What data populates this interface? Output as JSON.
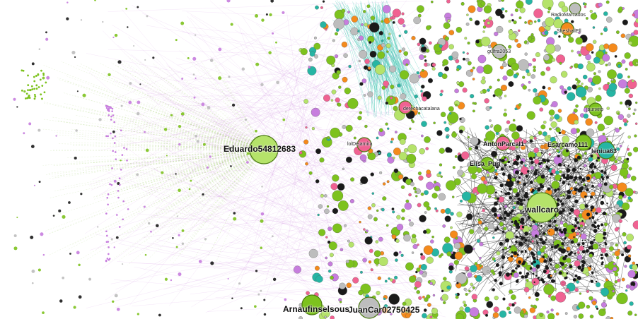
{
  "graph": {
    "colors": {
      "green": "#7dc21e",
      "light_green": "#b5e36a",
      "pink": "#f06292",
      "violet": "#c77dde",
      "teal": "#26b5a4",
      "gray": "#bdbdbd",
      "orange": "#f48a1c",
      "black": "#1a1a1a",
      "edge_teal": "#2bbfa8",
      "edge_green": "#9ccc65",
      "edge_violet": "#c77dde"
    },
    "hub_nodes": [
      {
        "label": "Eduardo54812683",
        "color": "light_green"
      },
      {
        "label": "wallcaro",
        "color": "light_green"
      },
      {
        "label": "JuanCar02750425",
        "color": "gray"
      },
      {
        "label": "Arnaufinselsous",
        "color": "green"
      },
      {
        "label": "Esarcamo111",
        "color": "green"
      },
      {
        "label": "leniua63",
        "color": "teal"
      },
      {
        "label": "AntonParcal1",
        "color": "pink"
      },
      {
        "label": "lolDejarnira",
        "color": "pink"
      },
      {
        "label": "Elisa_Puri",
        "color": "green"
      },
      {
        "label": "gulfra2053",
        "color": "gray"
      },
      {
        "label": "jaunxito",
        "color": "green"
      },
      {
        "label": "derechacatalana",
        "color": "pink"
      },
      {
        "label": "SheshallEll",
        "color": "orange"
      },
      {
        "label": "RadioMarcados",
        "color": "gray"
      }
    ]
  }
}
